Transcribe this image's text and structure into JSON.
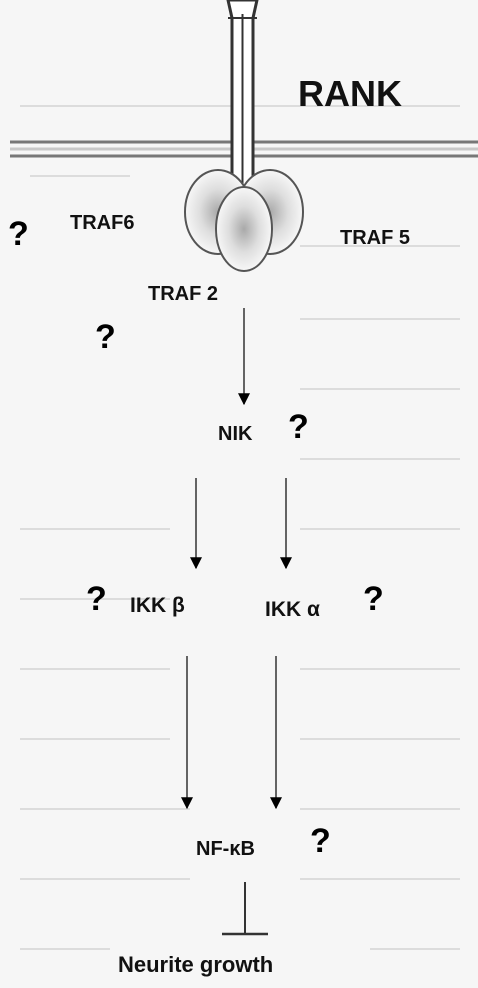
{
  "diagram": {
    "receptor": "RANK",
    "adaptors": {
      "left": "TRAF6",
      "right": "TRAF 5",
      "center": "TRAF 2"
    },
    "kinase": "NIK",
    "ikk_beta": "IKK β",
    "ikk_alpha": "IKK α",
    "transcription_factor": "NF-κB",
    "outcome": "Neurite growth",
    "unknown_marker": "?"
  }
}
